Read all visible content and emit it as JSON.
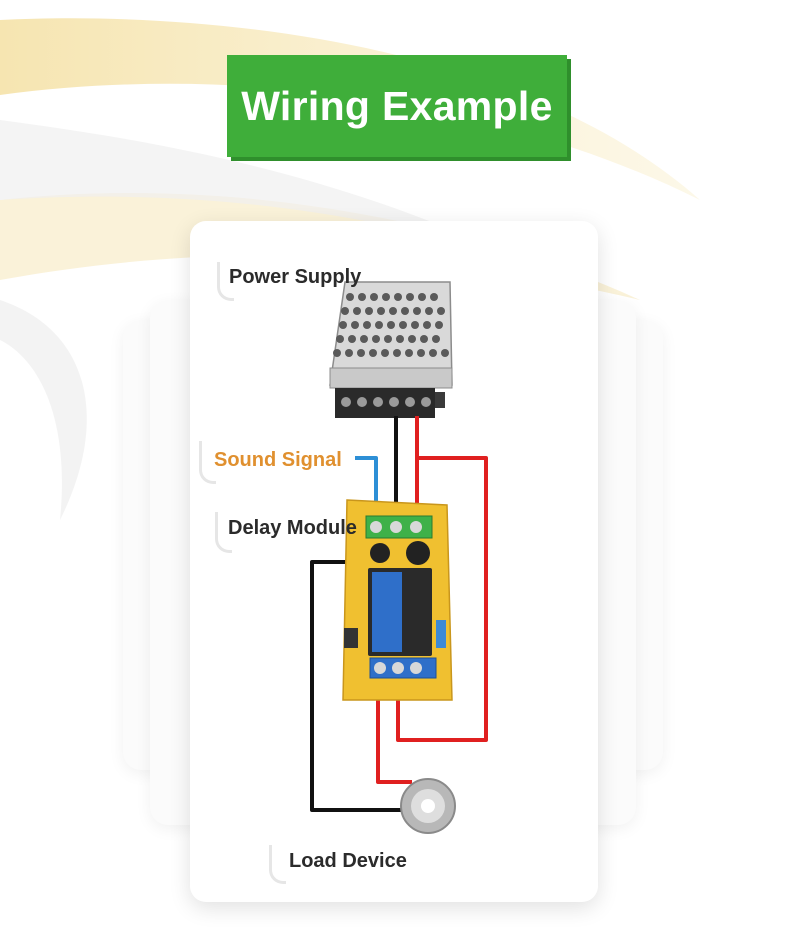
{
  "banner": {
    "title": "Wiring Example"
  },
  "labels": {
    "power_supply": "Power Supply",
    "sound_signal": "Sound Signal",
    "delay_module": "Delay Module",
    "load_device": "Load Device"
  },
  "colors": {
    "banner_green": "#3fae3a",
    "sound_signal_orange": "#e0902f",
    "wire_red": "#e02020",
    "wire_black": "#111111",
    "wire_blue": "#2d8fd6",
    "pcb_yellow": "#f0c030"
  },
  "icons": {
    "power_supply": "power-supply-icon",
    "delay_module": "relay-module-icon",
    "load_device": "lamp-icon"
  }
}
